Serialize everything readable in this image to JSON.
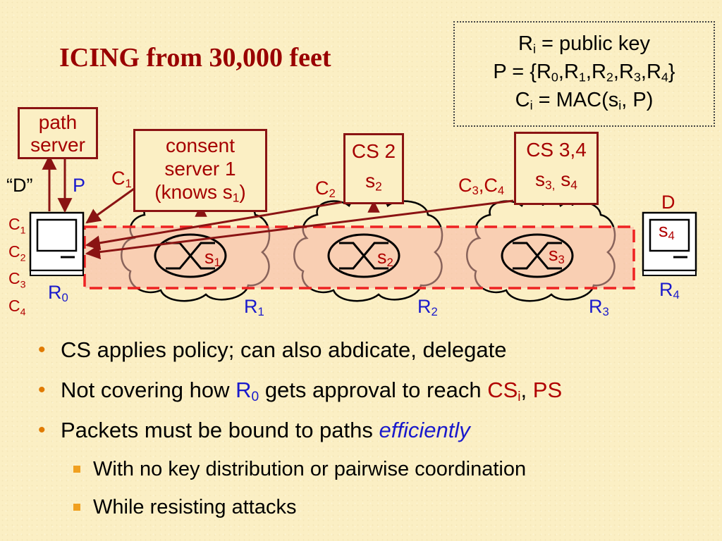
{
  "slide": {
    "title": "ICING from 30,000 feet"
  },
  "legend": {
    "line1": {
      "a": "R",
      "sub": "i",
      "b": " = public key"
    },
    "line2": {
      "text": "P = {R",
      "subs": [
        "0",
        "1",
        "2",
        "3",
        "4"
      ],
      "close": "}"
    },
    "line3": {
      "a": "C",
      "sub": "i",
      "b": " = MAC(s",
      "sub2": "i",
      "c": ", P)"
    }
  },
  "diagram": {
    "path_server": {
      "line1": "path",
      "line2": "server"
    },
    "consent_server_1": {
      "line1": "consent",
      "line2": "server 1",
      "line3a": "(knows s",
      "line3sub": "1",
      "line3b": ")"
    },
    "cs2": {
      "label": "CS 2",
      "key": "s",
      "key_sub": "2"
    },
    "cs34": {
      "label": "CS 3,4",
      "key_a": "s",
      "key_sub_a": "3,",
      "key_b": " s",
      "key_sub_b": "4"
    },
    "labels": {
      "d_quote": "“D”",
      "p": "P",
      "c": "C",
      "r": "R",
      "s": "s",
      "d": "D",
      "comma": ","
    },
    "subs": {
      "zero": "0",
      "one": "1",
      "two": "2",
      "three": "3",
      "four": "4"
    },
    "colors": {
      "accent_red": "#b00000",
      "box_red": "#8a1313",
      "tunnel_fill": "#f7b4a6",
      "tunnel_dash": "#ee2222",
      "blue": "#1a1acc"
    }
  },
  "bullets": {
    "b1": "CS applies policy; can also abdicate, delegate",
    "b2a": "Not covering how ",
    "b2r": "R",
    "b2r_sub": "0",
    "b2b": " gets approval to reach ",
    "b2cs": "CS",
    "b2cs_sub": "i",
    "b2sep": ", ",
    "b2ps": "PS",
    "b3a": "Packets must be bound to paths ",
    "b3b": "efficiently",
    "s1": "With no key distribution or pairwise coordination",
    "s2": "While resisting attacks"
  }
}
